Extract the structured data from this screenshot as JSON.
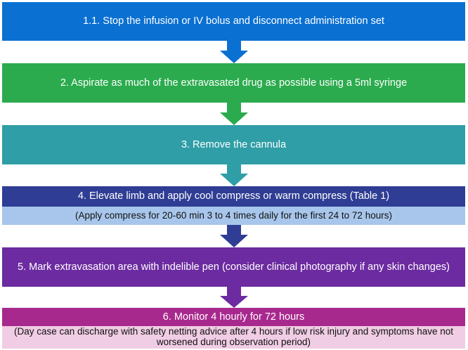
{
  "flow": {
    "step1": {
      "text": "1.1. Stop the infusion or IV bolus and disconnect administration set",
      "color": "#0a70d2"
    },
    "step2": {
      "text": "2. Aspirate as much of the extravasated drug as possible using a 5ml syringe",
      "color": "#2bab4e"
    },
    "step3": {
      "text": "3. Remove the cannula",
      "color": "#2f9ea7"
    },
    "step4": {
      "text": "4. Elevate limb and apply cool compress or warm compress (Table 1)",
      "color": "#2f3d94",
      "note": "(Apply compress for 20-60 min 3 to 4 times daily for the first 24 to 72 hours)",
      "note_color": "#a8c6eb"
    },
    "step5": {
      "text": "5. Mark extravasation area with indelible pen (consider clinical photography if any skin changes)",
      "color": "#6c2ba0"
    },
    "step6": {
      "text": "6. Monitor 4 hourly for 72 hours",
      "color": "#a8298e",
      "note": "(Day case can discharge with safety netting advice after 4 hours if low risk injury and symptoms have not worsened during observation period)",
      "note_color": "#f0cde4"
    }
  },
  "arrows": [
    {
      "from": "step1",
      "to": "step2",
      "color": "#0a70d2"
    },
    {
      "from": "step2",
      "to": "step3",
      "color": "#2bab4e"
    },
    {
      "from": "step3",
      "to": "step4",
      "color": "#2f9ea7"
    },
    {
      "from": "step4",
      "to": "step5",
      "color": "#2f3d94"
    },
    {
      "from": "step5",
      "to": "step6",
      "color": "#6c2ba0"
    }
  ]
}
